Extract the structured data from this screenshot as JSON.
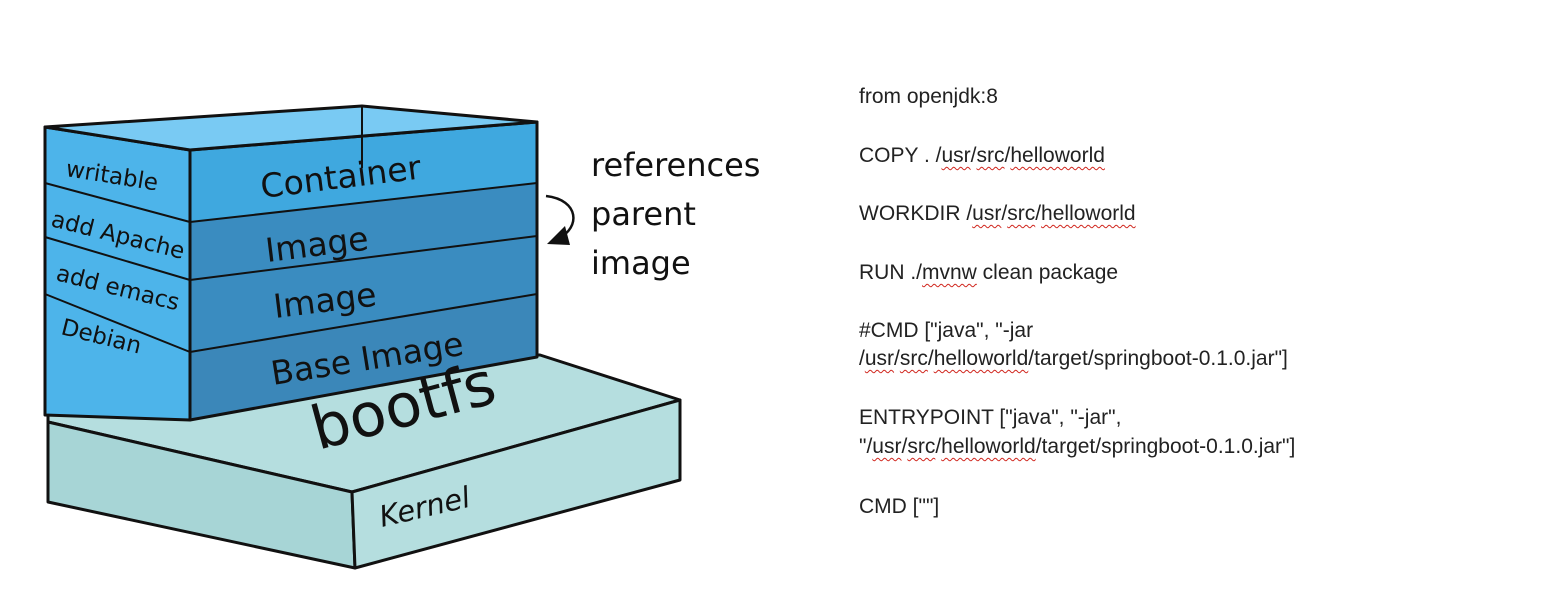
{
  "diagram": {
    "colors": {
      "left_face": "#4db4ea",
      "front_top": "#3fa8df",
      "front_image": "#3a8cc0",
      "front_base": "#3b87b9",
      "base_face": "#b5dedf",
      "base_front": "#a7d5d6",
      "stroke": "#111111"
    },
    "left_labels": [
      "writable",
      "add Apache",
      "add emacs",
      "Debian"
    ],
    "front_labels": [
      "Container",
      "Image",
      "Image",
      "Base Image"
    ],
    "bootfs_label": "bootfs",
    "kernel_label": "Kernel",
    "reference_icon": "curved-arrow-icon",
    "caption": [
      "references",
      "parent",
      "image"
    ]
  },
  "dockerfile": {
    "line_1": "from openjdk:8",
    "line_2": {
      "a": "COPY . /",
      "b": "usr",
      "c": "/",
      "d": "src",
      "e": "/",
      "f": "helloworld"
    },
    "line_3": {
      "a": "WORKDIR /",
      "b": "usr",
      "c": "/",
      "d": "src",
      "e": "/",
      "f": "helloworld"
    },
    "line_4": {
      "a": "RUN ./",
      "b": "mvnw",
      "c": " clean package"
    },
    "line_5": "#CMD [\"java\", \"-jar",
    "line_6": {
      "a": "/",
      "b": "usr",
      "c": "/",
      "d": "src",
      "e": "/",
      "f": "helloworld",
      "g": "/target/springboot-0.1.0.jar\"]"
    },
    "line_7": "ENTRYPOINT [\"java\", \"-jar\",",
    "line_8": {
      "a": "\"/",
      "b": "usr",
      "c": "/",
      "d": "src",
      "e": "/",
      "f": "helloworld",
      "g": "/target/springboot-0.1.0.jar\"]"
    },
    "line_9": "CMD [\"\"]",
    "spellcheck_color": "#d0251d"
  }
}
